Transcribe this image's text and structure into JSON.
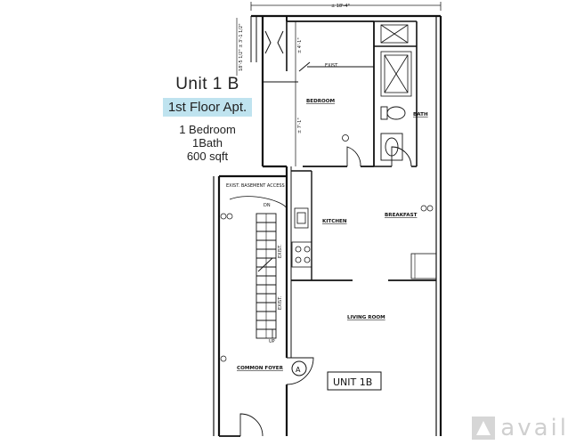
{
  "info": {
    "unit_title": "Unit 1 B",
    "floor": "1st Floor Apt.",
    "bedrooms": "1 Bedroom",
    "baths": "1Bath",
    "area": "600 sqft",
    "badge_color": "#bfe3ef"
  },
  "plan": {
    "dimension_top": "± 18'-4\"",
    "side_dim": "18'-5 1/2\" ± 3'-1 1/2\"",
    "bedroom_label": "BEDROOM",
    "bath_label": "BATH",
    "kitchen_label": "KITCHEN",
    "breakfast_label": "BREAKFAST",
    "living_label": "LIVING ROOM",
    "exist_label": "EXIST.",
    "basement_label": "EXIST. BASEMENT ACCESS",
    "dn_label": "DN",
    "up_label": "UP",
    "foyer_label": "COMMON FOYER",
    "unit_tag": "UNIT 1B",
    "circle_a": "A",
    "dim_bedroom_1": "± 4'-1\"",
    "dim_bedroom_2": "± 7'-1\""
  },
  "watermark": {
    "text": "avail",
    "icon": "avail-logo-icon"
  }
}
